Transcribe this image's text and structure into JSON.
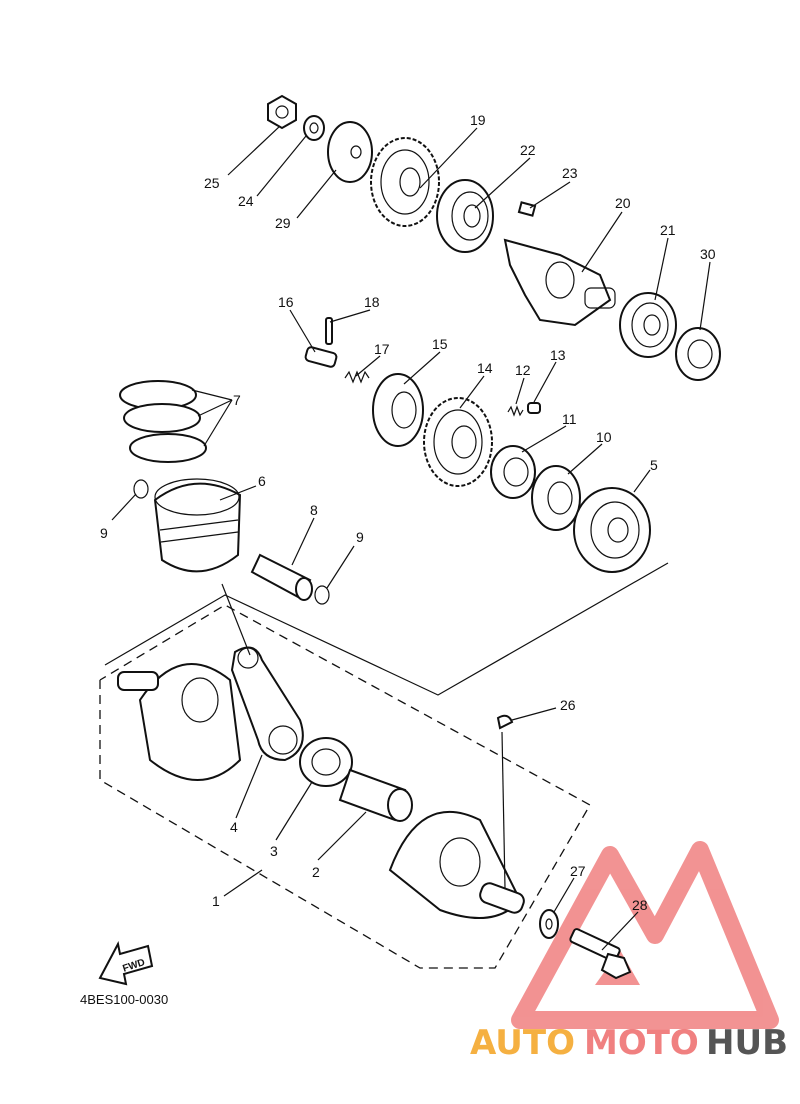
{
  "diagram": {
    "code": "4BES100-0030",
    "direction_label": "FWD",
    "callouts": [
      "1",
      "2",
      "3",
      "4",
      "5",
      "6",
      "7",
      "8",
      "9",
      "9",
      "10",
      "11",
      "12",
      "13",
      "14",
      "15",
      "16",
      "17",
      "18",
      "19",
      "20",
      "21",
      "22",
      "23",
      "24",
      "25",
      "26",
      "27",
      "28",
      "29",
      "30"
    ]
  },
  "watermark": {
    "auto": "AUTO",
    "moto": "MOTO",
    "hub": "HUB",
    "colors": {
      "auto": "#f5b041",
      "moto": "#f08080",
      "hub": "#555555",
      "triangle": "#f08080"
    }
  }
}
